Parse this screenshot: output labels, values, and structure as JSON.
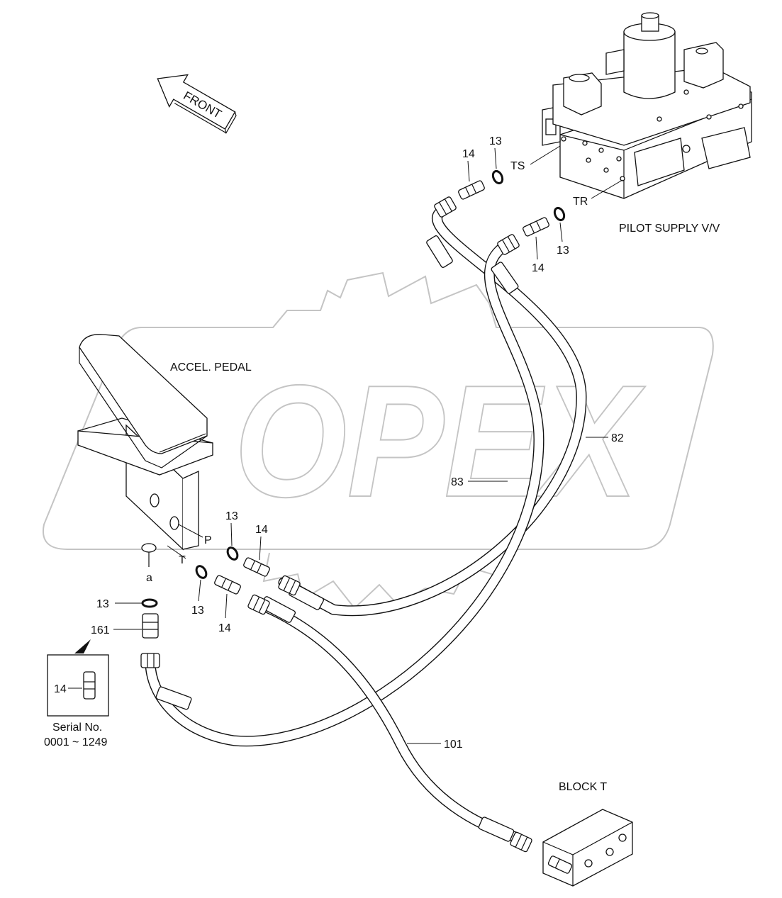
{
  "front_arrow": {
    "label": "FRONT"
  },
  "watermark": {
    "text": "OPEX"
  },
  "components": {
    "pilot_supply": "PILOT SUPPLY V/V",
    "accel_pedal": "ACCEL. PEDAL",
    "block_t": "BLOCK T"
  },
  "ports": {
    "ts": "TS",
    "tr": "TR",
    "p": "P",
    "t": "T",
    "a": "a"
  },
  "callouts": {
    "c13_ts": "13",
    "c14_ts": "14",
    "c13_tr": "13",
    "c14_tr": "14",
    "c13_p": "13",
    "c14_p": "14",
    "c13_t": "13",
    "c14_t": "14",
    "c13_a": "13",
    "c161": "161",
    "c82": "82",
    "c83": "83",
    "c101": "101",
    "c14_inset": "14"
  },
  "inset": {
    "serial_label": "Serial No.",
    "serial_range": "0001 ~ 1249"
  }
}
